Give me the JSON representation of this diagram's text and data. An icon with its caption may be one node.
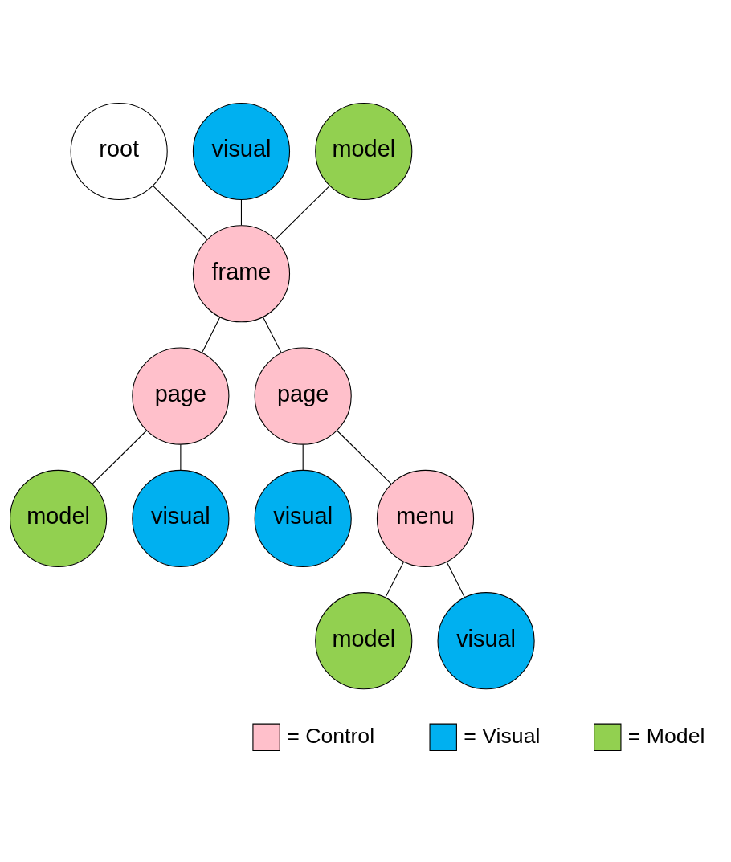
{
  "diagram": {
    "nodes": [
      {
        "text": [
          "root"
        ]
      },
      {
        "text": [
          "visual"
        ]
      },
      {
        "text": [
          "model"
        ]
      },
      {
        "text": [
          "page"
        ]
      },
      {
        "text": [
          "model"
        ]
      },
      {
        "text": [
          "frame"
        ]
      },
      {
        "text": [
          "visual"
        ]
      },
      {
        "text": [
          "page"
        ]
      },
      {
        "text": [
          "visual"
        ]
      },
      {
        "text": [
          "menu"
        ]
      },
      {
        "text": [
          "model"
        ]
      },
      {
        "text": [
          "visual"
        ]
      }
    ],
    "edges": [
      {
        "from": 0,
        "to": 5,
        "arrow": "none"
      },
      {
        "from": 1,
        "to": 5,
        "arrow": "none"
      },
      {
        "from": 4,
        "to": 5,
        "arrow": "none"
      },
      {
        "from": 5,
        "to": 3,
        "arrow": "none"
      },
      {
        "from": 3,
        "to": 2,
        "arrow": "none"
      },
      {
        "from": 3,
        "to": 6,
        "arrow": "none"
      },
      {
        "from": 5,
        "to": 7,
        "arrow": "none"
      },
      {
        "from": 7,
        "to": 8,
        "arrow": "none"
      },
      {
        "from": 7,
        "to": 9,
        "arrow": "none"
      },
      {
        "from": 9,
        "to": 10,
        "arrow": "none"
      },
      {
        "from": 9,
        "to": 11,
        "arrow": "none"
      }
    ],
    "legend": [
      {
        "text": "= Control",
        "color": "#ffc0cb"
      },
      {
        "text": "= Visual",
        "color": "#00b0f0"
      },
      {
        "text": "= Model",
        "color": "#92d050"
      }
    ]
  }
}
